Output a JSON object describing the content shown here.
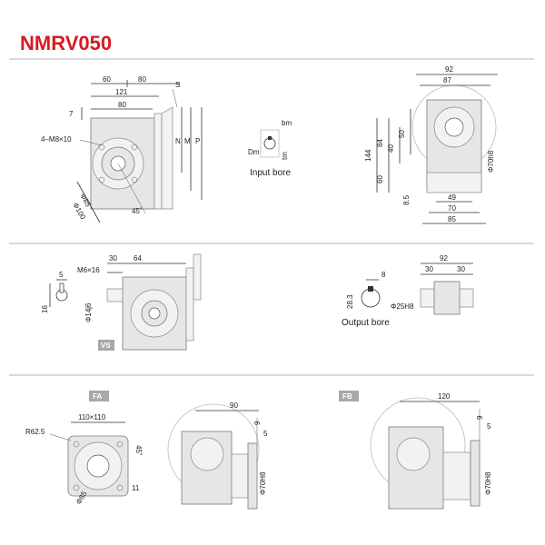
{
  "title": "NMRV050",
  "colors": {
    "title": "#d71921",
    "tag_bg": "#a8a8a8",
    "line": "#333333"
  },
  "top": {
    "front": {
      "w_left": "60",
      "w_right": "80",
      "w_121": "121",
      "w_80": "80",
      "s": "S",
      "n": "N",
      "m": "M",
      "p": "P",
      "h7": "7",
      "bolts": "4–M8×10",
      "d85": "Φ85",
      "d100": "Φ100",
      "angle": "45˚"
    },
    "input_bore": {
      "bm": "bm",
      "dm": "Dm",
      "tm": "tm",
      "caption": "Input bore"
    },
    "side": {
      "w92": "92",
      "w87": "87",
      "h144": "144",
      "h84": "84",
      "h50": "50",
      "h60": "60",
      "h40": "40",
      "h85_5": "8.5",
      "d70": "Φ70h8",
      "w49": "49",
      "w70": "70",
      "w85": "85"
    }
  },
  "middle": {
    "shaft": {
      "w5": "5",
      "h16": "16"
    },
    "vs": {
      "m6": "M6×16",
      "w30": "30",
      "w64": "64",
      "d14": "Φ14j6",
      "tag": "VS"
    },
    "output": {
      "w8": "8",
      "h28": "28.3",
      "d25": "Φ25H8",
      "caption": "Output bore",
      "w92": "92",
      "w30a": "30",
      "w30b": "30"
    }
  },
  "bottom": {
    "fa": {
      "tag": "FA",
      "size": "110×110",
      "r": "R62.5",
      "angle": "45˚",
      "d85": "Φ85",
      "h11": "11"
    },
    "fa_side": {
      "w90": "90",
      "w9": "9",
      "w5": "5",
      "d70": "Φ70H8"
    },
    "fb": {
      "tag": "FB",
      "w120": "120",
      "w9": "9",
      "w5": "5",
      "d70": "Φ70H8"
    }
  }
}
